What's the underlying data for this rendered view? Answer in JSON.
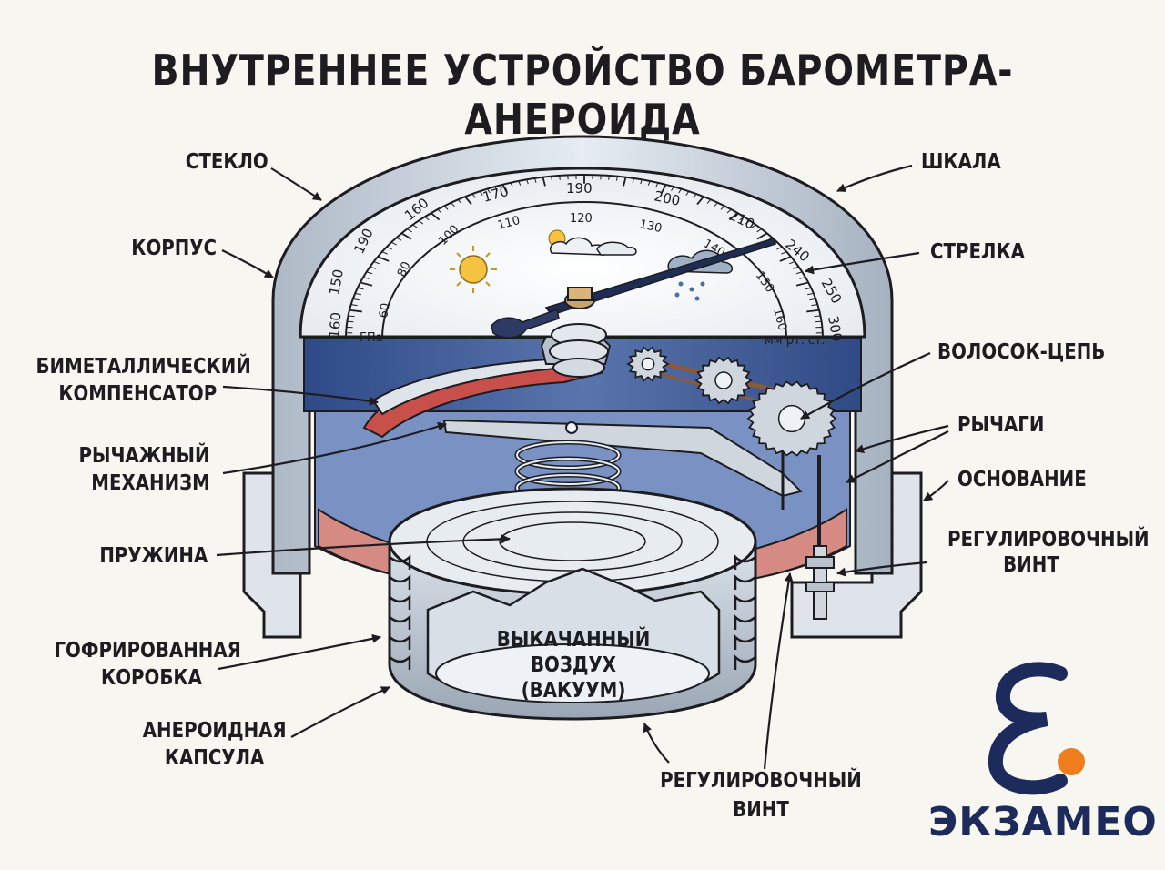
{
  "title": "ВНУТРЕННЕЕ УСТРОЙСТВО БАРОМЕТРА-АНЕРОИДА",
  "labels": {
    "glass": "СТЕКЛО",
    "scale": "ШКАЛА",
    "body": "КОРПУС",
    "needle": "СТРЕЛКА",
    "bimetal_1": "БИМЕТАЛЛИЧЕСКИЙ",
    "bimetal_2": "КОМПЕНСАТОР",
    "hair_chain": "ВОЛОСОК-ЦЕПЬ",
    "lever_mech_1": "РЫЧАЖНЫЙ",
    "lever_mech_2": "МЕХАНИЗМ",
    "levers": "РЫЧАГИ",
    "base": "ОСНОВАНИЕ",
    "spring": "ПРУЖИНА",
    "adj_screw_right_1": "РЕГУЛИРОВОЧНЫЙ",
    "adj_screw_right_2": "ВИНТ",
    "corrugated_1": "ГОФРИРОВАННАЯ",
    "corrugated_2": "КОРОБКА",
    "capsule_1": "АНЕРОИДНАЯ",
    "capsule_2": "КАПСУЛА",
    "adj_screw_bottom_1": "РЕГУЛИРОВОЧНЫЙ",
    "adj_screw_bottom_2": "ВИНТ",
    "vacuum_1": "ВЫКАЧАННЫЙ",
    "vacuum_2": "ВОЗДУХ",
    "vacuum_3": "(ВАКУУМ)"
  },
  "dial": {
    "outer_ticks": [
      "190",
      "150",
      "160",
      "170",
      "190",
      "200",
      "210",
      "240",
      "250",
      "300"
    ],
    "inner_ticks": [
      "60",
      "80",
      "100",
      "110",
      "120",
      "130",
      "140",
      "150",
      "160"
    ],
    "left_bottom": "160",
    "unit_left": "ГПа",
    "unit_right": "мм рт. ст."
  },
  "brand": "ЭКЗАМЕО",
  "colors": {
    "ink": "#1d1d21",
    "steel": "#c9d3de",
    "blue_wall": "#3f5c9c",
    "red": "#c9504a",
    "brand_blue": "#1d2a5c",
    "brand_orange": "#f07d1e"
  }
}
